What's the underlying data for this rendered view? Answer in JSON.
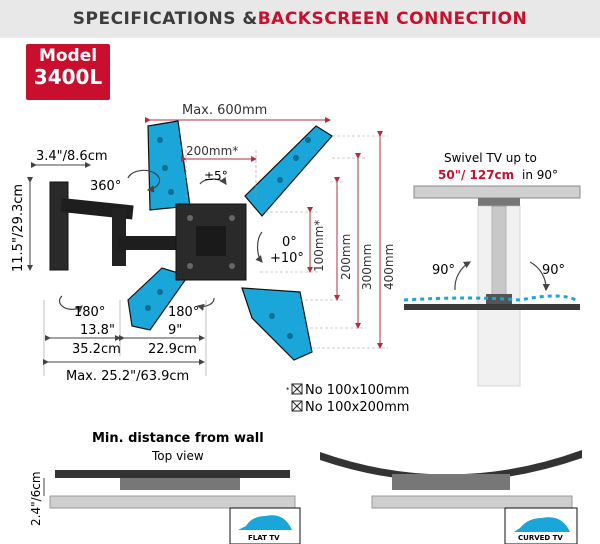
{
  "header": {
    "part1": "SPECIFICATIONS & ",
    "part2": "BACKSCREEN CONNECTION"
  },
  "model": {
    "label": "Model",
    "number": "3400L"
  },
  "dims": {
    "max_width": "Max. 600mm",
    "w200": "200mm*",
    "tilt_side": "±5°",
    "rotate": "360°",
    "depth_min": "3.4\"/8.6cm",
    "height": "11.5\"/29.3cm",
    "tilt": "0°",
    "tilt_up": "+10°",
    "v100": "100mm*",
    "v200": "200mm",
    "v300": "300mm",
    "v400": "400mm",
    "swivel_left": "180°",
    "swivel_right": "180°",
    "arm1_in": "13.8\"",
    "arm2_in": "9\"",
    "arm1_cm": "35.2cm",
    "arm2_cm": "22.9cm",
    "max_ext": "Max. 25.2\"/63.9cm"
  },
  "notes": {
    "n1_prefix": "*",
    "n1": "No 100x100mm",
    "n2": "No 100x200mm"
  },
  "swivel": {
    "title": "Swivel TV up to",
    "size": "50\"/ 127cm",
    "suffix": " in 90°",
    "left": "90°",
    "right": "90°"
  },
  "wall": {
    "title": "Min. distance from wall",
    "sub": "Top view",
    "dist": "2.4\"/6cm",
    "flat": "FLAT TV",
    "curved": "CURVED TV"
  },
  "colors": {
    "red": "#c8102e",
    "blue": "#1aa6d8",
    "dark": "#222222"
  }
}
